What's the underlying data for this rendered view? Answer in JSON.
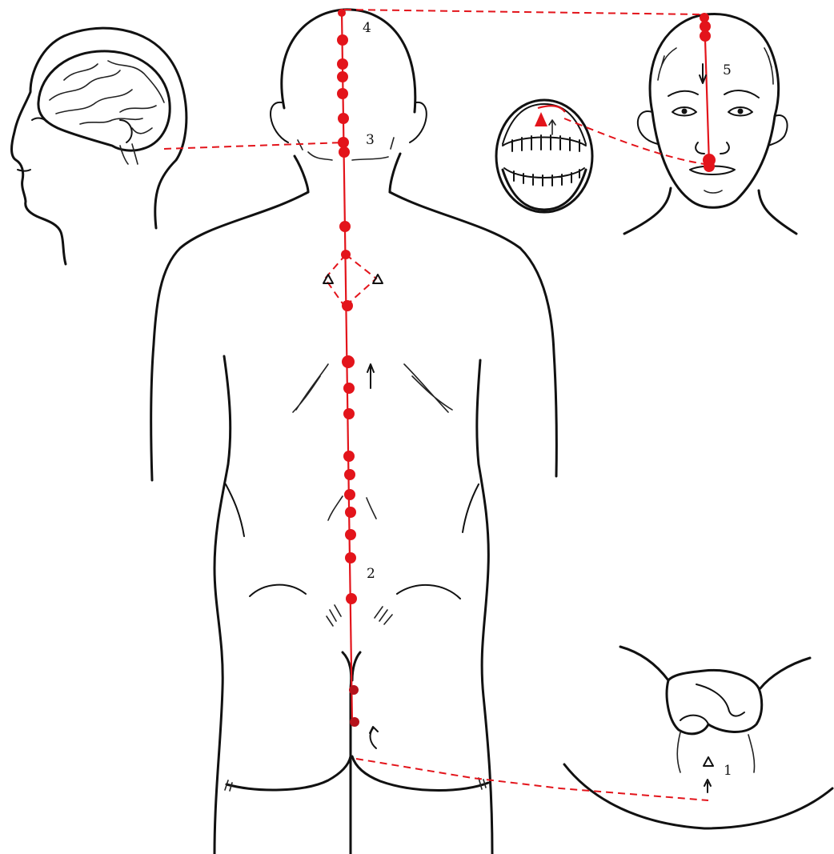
{
  "colors": {
    "meridian": "#e3141b",
    "ink": "#111111",
    "background": "#ffffff"
  },
  "labels": {
    "p1": "1",
    "p2": "2",
    "p3": "3",
    "p4": "4",
    "p5": "5"
  },
  "icons": [
    "head-profile-brain-icon",
    "back-figure-icon",
    "front-face-icon",
    "open-mouth-icon",
    "perineum-icon",
    "upward-arrow-icon",
    "triangle-marker-icon"
  ]
}
